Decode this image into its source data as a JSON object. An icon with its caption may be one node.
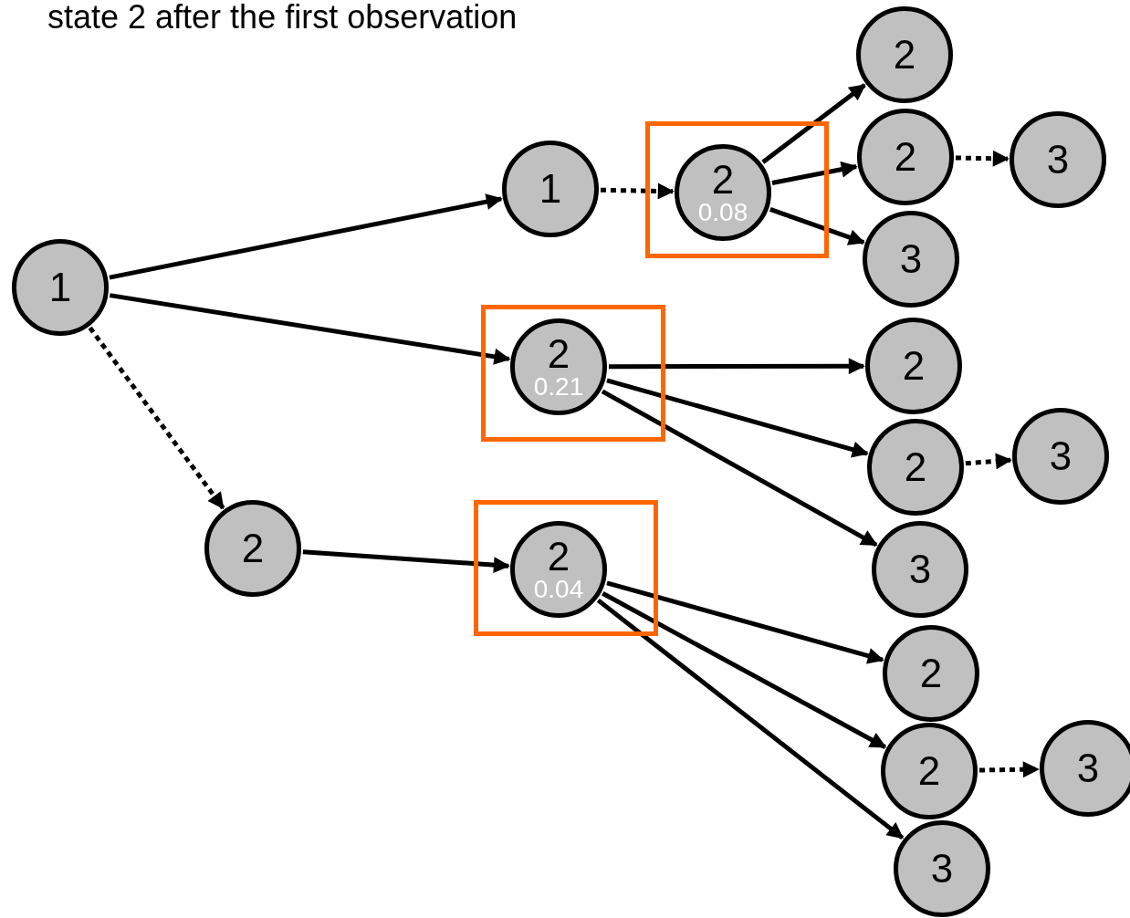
{
  "diagram": {
    "title": "state 2 after the first observation",
    "nodes": [
      {
        "text": [
          "1"
        ]
      },
      {
        "text": [
          "1"
        ]
      },
      {
        "text": [],
        "shape": "box"
      },
      {
        "text": [
          "2",
          "0.08"
        ],
        "in": 2
      },
      {
        "text": [],
        "shape": "box"
      },
      {
        "text": [
          "2",
          "0.21"
        ],
        "in": 4
      },
      {
        "text": [
          "2"
        ]
      },
      {
        "text": [],
        "shape": "box"
      },
      {
        "text": [
          "2",
          "0.04"
        ],
        "in": 7
      },
      {
        "text": [
          "2"
        ]
      },
      {
        "text": [
          "2"
        ]
      },
      {
        "text": [
          "3"
        ]
      },
      {
        "text": [
          "3"
        ]
      },
      {
        "text": [
          "2"
        ]
      },
      {
        "text": [
          "2"
        ]
      },
      {
        "text": [
          "3"
        ]
      },
      {
        "text": [
          "3"
        ]
      },
      {
        "text": [
          "2"
        ]
      },
      {
        "text": [
          "2"
        ]
      },
      {
        "text": [
          "3"
        ]
      },
      {
        "text": [
          "3"
        ]
      }
    ],
    "edges": [
      {
        "from": 0,
        "to": 1,
        "arrow": "to"
      },
      {
        "from": 0,
        "to": 5,
        "arrow": "to"
      },
      {
        "from": 0,
        "to": 6,
        "arrow": "to",
        "style": "dashed"
      },
      {
        "from": 1,
        "to": 3,
        "arrow": "to",
        "style": "dashed"
      },
      {
        "from": 6,
        "to": 8,
        "arrow": "to"
      },
      {
        "from": 3,
        "to": 9,
        "arrow": "to"
      },
      {
        "from": 3,
        "to": 10,
        "arrow": "to"
      },
      {
        "from": 3,
        "to": 12,
        "arrow": "to"
      },
      {
        "from": 10,
        "to": 11,
        "arrow": "to",
        "style": "dashed"
      },
      {
        "from": 5,
        "to": 13,
        "arrow": "to"
      },
      {
        "from": 5,
        "to": 14,
        "arrow": "to"
      },
      {
        "from": 5,
        "to": 16,
        "arrow": "to"
      },
      {
        "from": 14,
        "to": 15,
        "arrow": "to",
        "style": "dashed"
      },
      {
        "from": 8,
        "to": 17,
        "arrow": "to"
      },
      {
        "from": 8,
        "to": 18,
        "arrow": "to"
      },
      {
        "from": 8,
        "to": 20,
        "arrow": "to"
      },
      {
        "from": 18,
        "to": 19,
        "arrow": "to",
        "style": "dashed"
      }
    ]
  }
}
